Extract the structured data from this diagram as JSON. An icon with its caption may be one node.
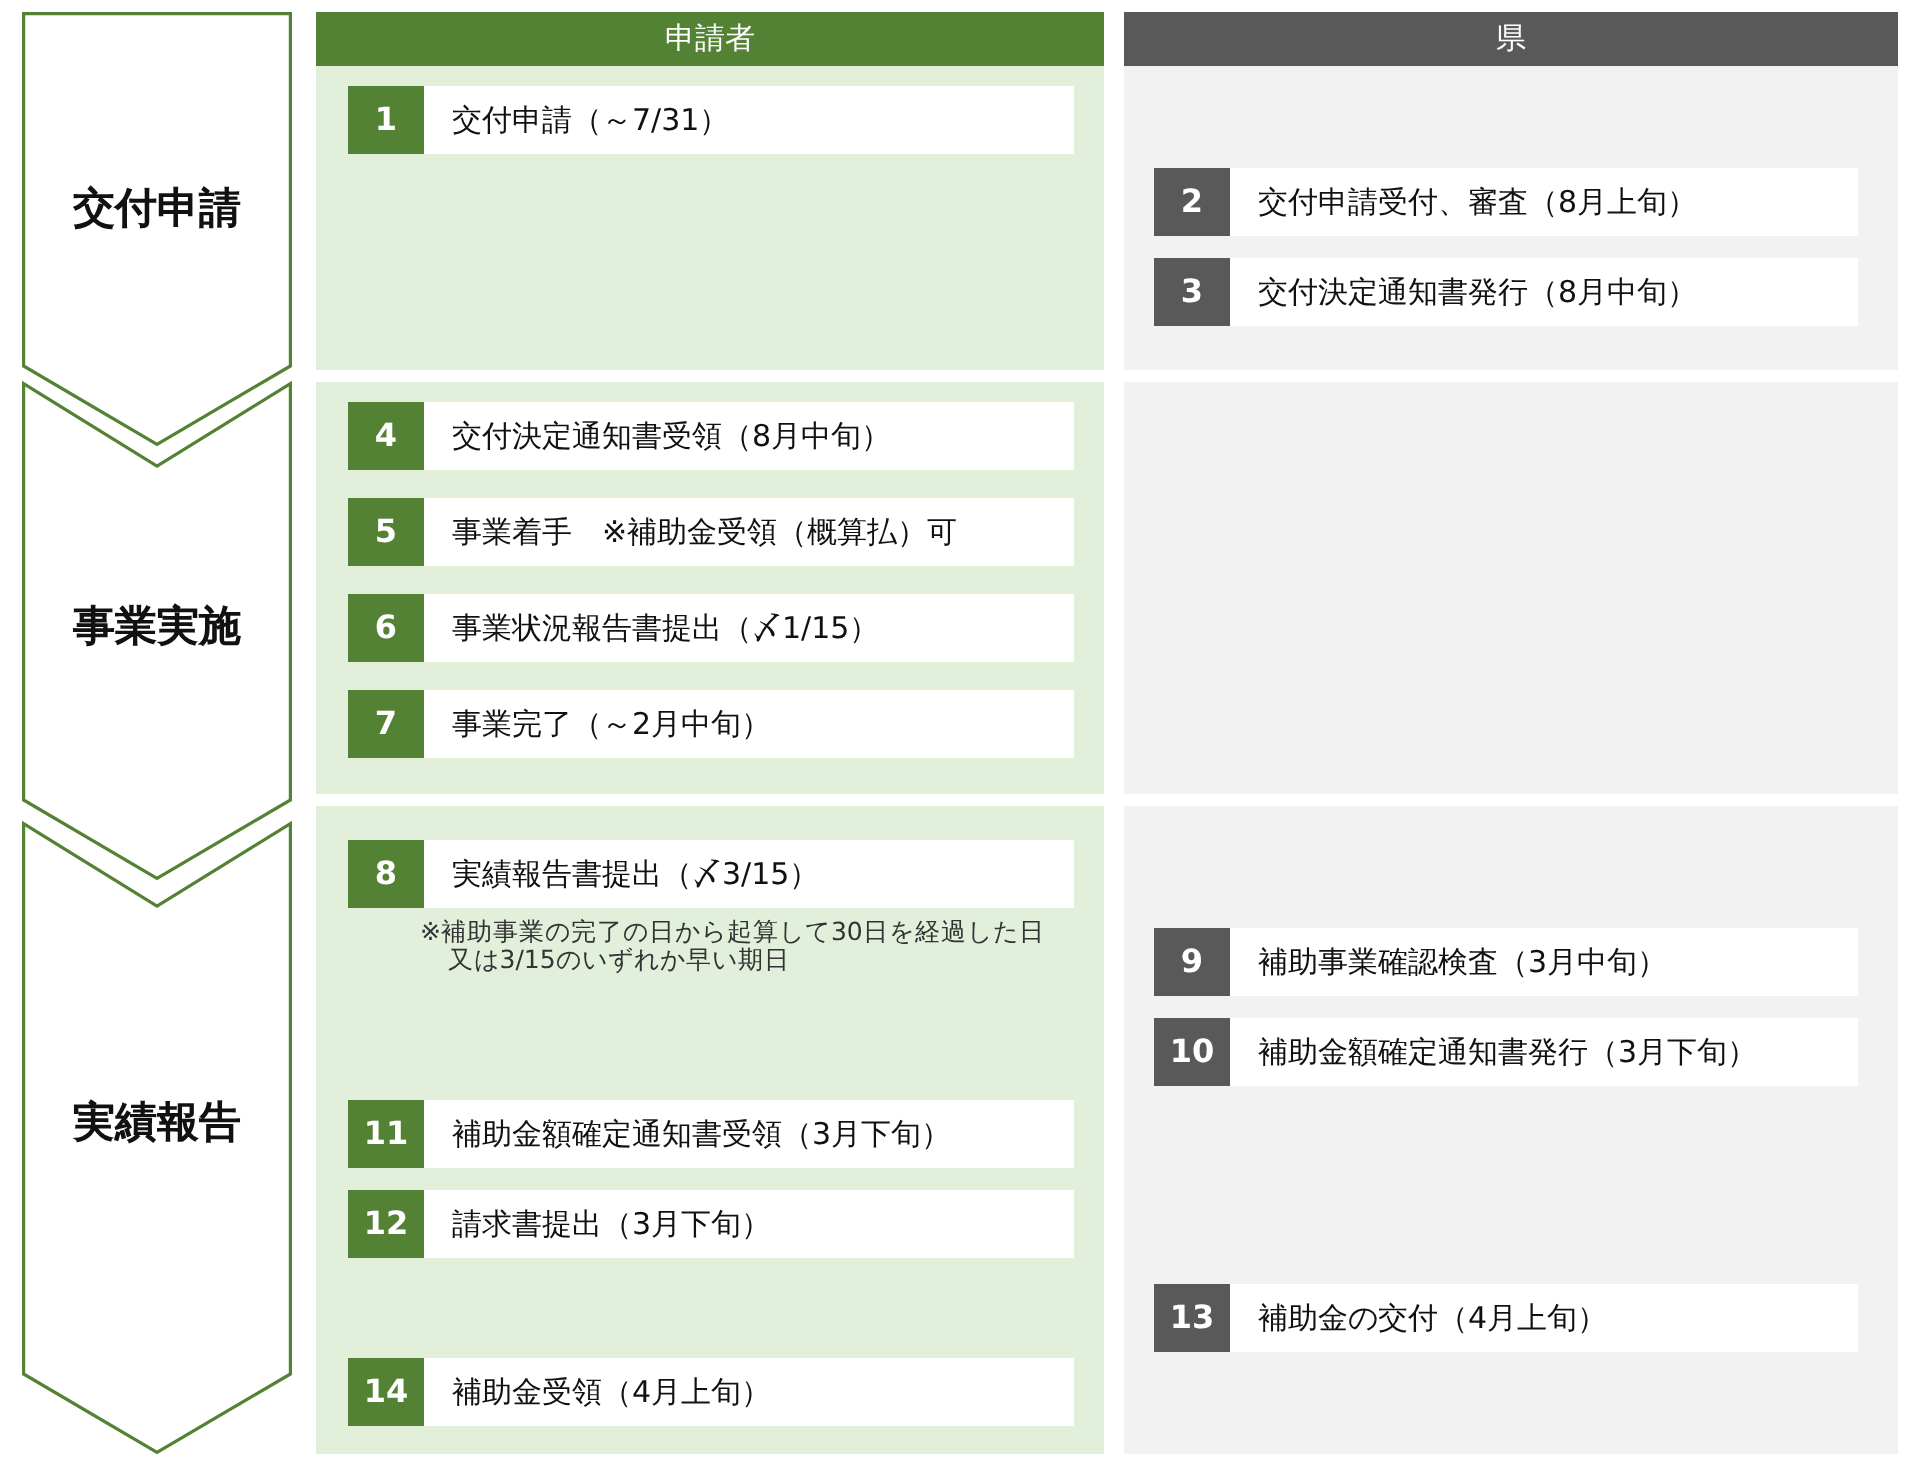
{
  "diagram": {
    "nodes": [
      {
        "text": [
          "交付申請"
        ]
      },
      {
        "text": [
          "申請者"
        ]
      },
      {
        "text": [
          "県"
        ]
      },
      {
        "text": [
          "1",
          "交付申請（～7/31）"
        ]
      },
      {
        "text": [
          "2",
          "交付申請受付、審査（8月上旬）"
        ]
      },
      {
        "text": [
          "3",
          "交付決定通知書発行（8月中旬）"
        ]
      },
      {
        "text": [
          "事業実施"
        ]
      },
      {
        "text": [
          "4",
          "交付決定通知書受領（8月中旬）"
        ]
      },
      {
        "text": [
          "5",
          "事業着手　※補助金受領（概算払）可"
        ]
      },
      {
        "text": [
          "6",
          "事業状況報告書提出（〆1/15）"
        ]
      },
      {
        "text": [
          "7",
          "事業完了（～2月中旬）"
        ]
      },
      {
        "text": [
          "実績報告"
        ]
      },
      {
        "text": [
          "8",
          "実績報告書提出（〆3/15）"
        ],
        "beside": [
          "※補助事業の完了の日から起算して30日を経過した日又は3/15のいずれか早い期日"
        ]
      },
      {
        "text": [
          "9",
          "補助事業確認検査（3月中旬）"
        ]
      },
      {
        "text": [
          "10",
          "補助金額確定通知書発行（3月下旬）"
        ]
      },
      {
        "text": [
          "11",
          "補助金額確定通知書受領（3月下旬）"
        ]
      },
      {
        "text": [
          "12",
          "請求書提出（3月下旬）"
        ]
      },
      {
        "text": [
          "13",
          "補助金の交付（4月上旬）"
        ]
      },
      {
        "text": [
          "14",
          "補助金受領（4月上旬）"
        ]
      }
    ]
  }
}
